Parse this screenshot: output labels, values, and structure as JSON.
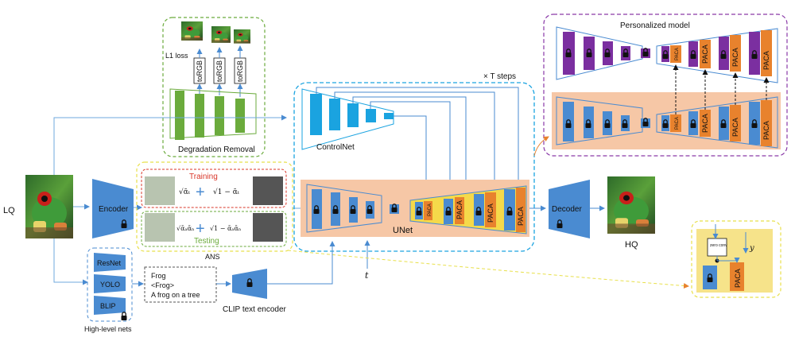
{
  "labels": {
    "lq": "LQ",
    "hq": "HQ",
    "encoder": "Encoder",
    "decoder": "Decoder",
    "controlnet": "ControlNet",
    "unet": "UNet",
    "steps": "× T steps",
    "personalized": "Personalized model",
    "degradation_removal": "Degradation Removal",
    "l1_loss": "L1 loss",
    "torgb": "toRGB",
    "training": "Training",
    "testing": "Testing",
    "ans": "ANS",
    "high_level_nets": "High-level nets",
    "clip": "CLIP text encoder",
    "t": "t",
    "y": "y",
    "zero_conv": "zero conv",
    "paca": "PACA",
    "train_formula_a": "√ᾱₜ",
    "train_formula_b": "√1 − ᾱₜ",
    "test_formula_a": "√ᾱₐᾱₙ",
    "test_formula_b": "√1 − ᾱₐᾱₙ"
  },
  "nets": [
    "ResNet",
    "YOLO",
    "BLIP"
  ],
  "captions": [
    "Frog",
    "<Frog>",
    "A frog on a tree"
  ],
  "colors": {
    "blue": "#4a8bd1",
    "cyan": "#1aa3e0",
    "green": "#6bab3c",
    "purple": "#7b2fa0",
    "orange": "#e8822d",
    "yellow": "#f5d94a",
    "salmon": "#f6c7a6",
    "lightblue": "#6fa8dc"
  }
}
